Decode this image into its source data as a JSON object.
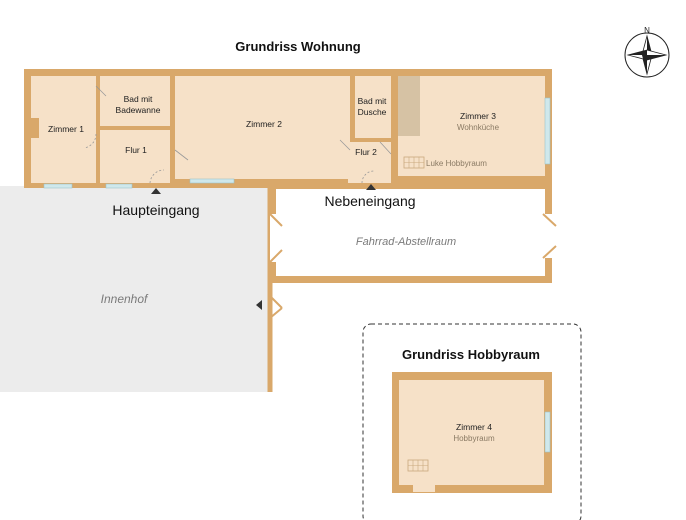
{
  "apartment": {
    "title": "Grundriss Wohnung",
    "rooms": {
      "zimmer1": "Zimmer 1",
      "bad1_line1": "Bad mit",
      "bad1_line2": "Badewanne",
      "flur1": "Flur 1",
      "zimmer2": "Zimmer 2",
      "bad2_line1": "Bad mit",
      "bad2_line2": "Dusche",
      "flur2": "Flur 2",
      "zimmer3": "Zimmer 3",
      "zimmer3_sub": "Wohnküche",
      "luke": "Luke Hobbyraum"
    },
    "entrances": {
      "main": "Haupteingang",
      "side": "Nebeneingang"
    },
    "bike_room": "Fahrrad-Abstellraum",
    "courtyard": "Innenhof"
  },
  "hobby": {
    "title": "Grundriss Hobbyraum",
    "room": "Zimmer 4",
    "room_sub": "Hobbyraum"
  },
  "compass": {
    "north_label": "N"
  },
  "colors": {
    "wall": "#d9a86a",
    "floor": "#f6e1c8",
    "courtyard": "#ececec",
    "window": "#cfe8ec"
  }
}
